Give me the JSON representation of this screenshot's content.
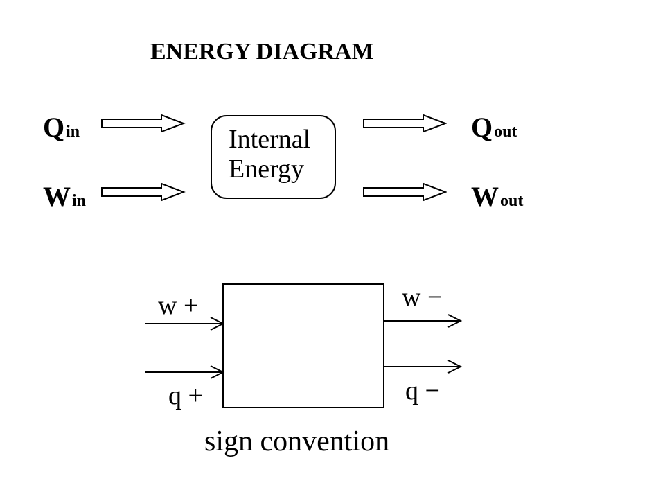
{
  "title": "ENERGY DIAGRAM",
  "energy_diagram": {
    "inputs": [
      {
        "symbol": "Q",
        "subscript": "in"
      },
      {
        "symbol": "W",
        "subscript": "in"
      }
    ],
    "outputs": [
      {
        "symbol": "Q",
        "subscript": "out"
      },
      {
        "symbol": "W",
        "subscript": "out"
      }
    ],
    "box": {
      "line1": "Internal",
      "line2": "Energy"
    }
  },
  "sign_convention": {
    "inputs": [
      "w +",
      "q +"
    ],
    "outputs": [
      "w −",
      "q −"
    ],
    "caption": "sign convention"
  }
}
